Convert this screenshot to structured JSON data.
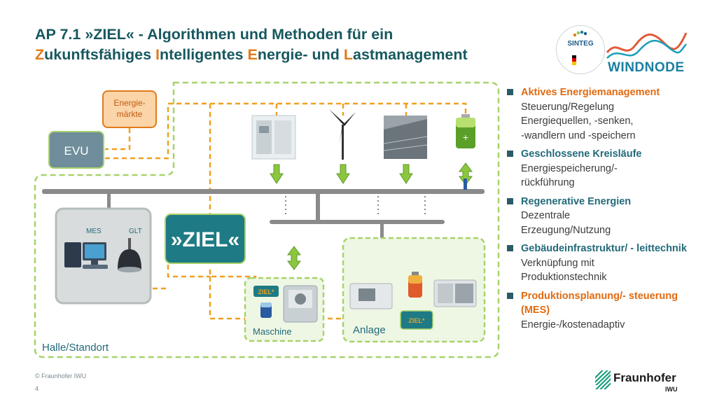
{
  "title": {
    "line1": "AP 7.1 »ZIEL« - Algorithmen und Methoden für ein",
    "line2": {
      "z": "Z",
      "z_rest": "ukunftsfähiges ",
      "i": "I",
      "i_rest": "ntelligentes ",
      "e": "E",
      "e_rest": "nergie- und ",
      "l": "L",
      "l_rest": "astmanagement"
    }
  },
  "logos": {
    "sinteg": "SINTEG",
    "windnode": "WINDNODE",
    "fraunhofer": "Fraunhofer",
    "fraunhofer_sub": "IWU"
  },
  "diagram": {
    "energiemaerkte_line1": "Energie-",
    "energiemaerkte_line2": "märkte",
    "evu": "EVU",
    "mes": "MES",
    "glt": "GLT",
    "ziel_main": "»ZIEL«",
    "ziel_small_1": "ZIEL*",
    "ziel_small_2": "ZIEL*",
    "maschine": "Maschine",
    "anlage": "Anlage",
    "halle": "Halle/Standort"
  },
  "bullets": [
    {
      "head": "Aktives Energiemanagement",
      "body": [
        "Steuerung/Regelung",
        "Energiequellen, -senken,",
        "-wandlern und -speichern"
      ],
      "orange": true
    },
    {
      "head": "Geschlossene Kreisläufe",
      "body": [
        "Energiespeicherung/-",
        "rückführung"
      ],
      "orange": false
    },
    {
      "head": "Regenerative Energien",
      "body": [
        "Dezentrale",
        "Erzeugung/Nutzung"
      ],
      "orange": false
    },
    {
      "head": "Gebäudeinfrastruktur/ - leittechnik",
      "body": [
        "Verknüpfung mit",
        "Produktionstechnik"
      ],
      "orange": false
    },
    {
      "head": "Produktionsplanung/- steuerung (MES)",
      "body": [
        "Energie-/kostenadaptiv"
      ],
      "orange": true
    }
  ],
  "footer": {
    "copyright": "© Fraunhofer IWU",
    "page": "4"
  },
  "colors": {
    "teal": "#17585f",
    "orange": "#e07b1a",
    "green": "#8cc63f",
    "bus": "#8a8a8a",
    "evu": "#6f8d9a"
  }
}
